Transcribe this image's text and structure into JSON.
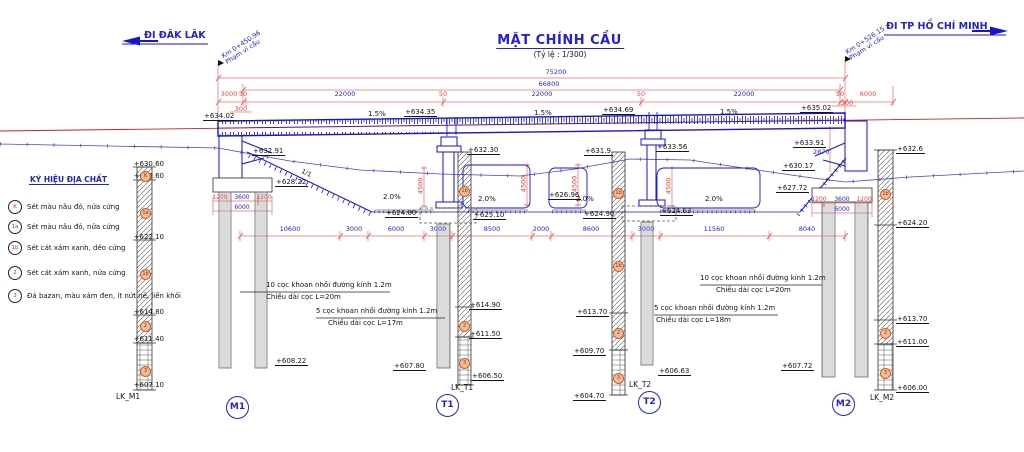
{
  "palette": {
    "blue": "#2323c8",
    "structure_blue": "#1515cc",
    "dim_line": "#f49090",
    "red": "#e04545",
    "alignment_red": "#cc2020",
    "black": "#141414",
    "geo_orange": "#c06030"
  },
  "header": {
    "direction_left": "ĐI ĐĂK LĂK",
    "direction_right": "ĐI TP HỒ CHÍ MINH",
    "title": "MẶT CHÍNH CẦU",
    "scale": "(Tỷ lệ : 1/300)",
    "station_left_km": "Km 0+450.96",
    "station_left_label": "Phạm vi cầu",
    "station_right_km": "Km 0+526.15",
    "station_right_label": "Phạm vi cầu"
  },
  "legend": {
    "title": "KÝ HIỆU ĐỊA CHẤT",
    "items": [
      {
        "symbol": "K",
        "text": "Sét màu nâu đỏ, nửa cứng"
      },
      {
        "symbol": "1a",
        "text": "Sét màu nâu đỏ, nửa cứng"
      },
      {
        "symbol": "1b",
        "text": "Sét cát xám xanh, dẻo cứng"
      },
      {
        "symbol": "2",
        "text": "Sét cát xám xanh, nửa cứng"
      },
      {
        "symbol": "3",
        "text": "Đá bazan, màu xám đen, ít nứt nẻ, liền khối"
      }
    ]
  },
  "dims": {
    "overall": "75200",
    "bridge": "66800",
    "spans": [
      "3000",
      "50",
      "22000",
      "50",
      "22000",
      "50",
      "22000",
      "50",
      "6000"
    ],
    "edge_left": "300",
    "edge_right": "300",
    "bottom": [
      "10600",
      "3000",
      "6000",
      "3000",
      "8500",
      "2000",
      "8600",
      "3000",
      "11560",
      "8040"
    ],
    "m1_cap": [
      "1200",
      "3600",
      "1200",
      "6000"
    ],
    "m2_cap": [
      "1200",
      "3600",
      "1200",
      "6000"
    ],
    "v4500": "4500",
    "v2870": "2870",
    "slope": "1/1"
  },
  "grades": {
    "deck": [
      "1.5%",
      "1.5%",
      "1.5%"
    ],
    "ground": [
      "2.0%",
      "2.0%",
      "2.0%",
      "2.0%"
    ]
  },
  "elevations": {
    "deck_m1": "+634.02",
    "deck_s1": "+634.35",
    "deck_s2": "+634.69",
    "deck_m2": "+635.02",
    "m1_wing": "+632.91",
    "m1_cap": "+628.22",
    "m1_pile_tip": "+608.22",
    "t1_cap_top": "+632.30",
    "t1_ground": "+624.80",
    "t1_footing": "+625.10",
    "t1_pile_tip": "+607.80",
    "t2_wing": "+631.9",
    "t2_berm": "+626.96",
    "t2_ground_left": "+624.90",
    "t2_cap_top": "+633.56",
    "t2_footing": "+624.63",
    "t2_pile_tip": "+606.63",
    "m2_wing": "+633.91",
    "m2_slope_top": "+630.17",
    "m2_cap": "+627.72",
    "m2_pile_tip": "+607.72",
    "lk_m1": [
      "+630.60",
      "+629.60",
      "+622.10",
      "+614.80",
      "+611.40",
      "+607.10"
    ],
    "lk_t1": [
      "+614.90",
      "+611.50",
      "+606.50"
    ],
    "lk_t2": [
      "+613.70",
      "+609.70",
      "+604.70"
    ],
    "lk_m2": [
      "+632.6",
      "+624.20",
      "+613.70",
      "+611.00",
      "+606.00"
    ]
  },
  "notes": [
    {
      "l1": "10 cọc khoan nhồi đường kính 1.2m",
      "l2": "Chiều dài cọc L=20m"
    },
    {
      "l1": "5 cọc khoan nhồi đường kính 1.2m",
      "l2": "Chiều dài cọc L=17m"
    },
    {
      "l1": "10 cọc khoan nhồi đường kính 1.2m",
      "l2": "Chiều dài cọc L=20m"
    },
    {
      "l1": "5 cọc khoan nhồi đường kính 1.2m",
      "l2": "Chiều dài cọc L=18m"
    }
  ],
  "supports": {
    "m1": {
      "label": "M1",
      "borehole": "LK_M1"
    },
    "t1": {
      "label": "T1",
      "borehole": "LK_T1"
    },
    "t2": {
      "label": "T2",
      "borehole": "LK_T2"
    },
    "m2": {
      "label": "M2",
      "borehole": "LK_M2"
    }
  },
  "borehole_markers": {
    "lk_m1": [
      "K",
      "1a",
      "1b",
      "2",
      "3"
    ],
    "lk_t1": [
      "1b",
      "2",
      "3"
    ],
    "lk_t2": [
      "1b",
      "1b",
      "2",
      "3"
    ],
    "lk_m2": [
      "1b",
      "2",
      "3"
    ]
  }
}
